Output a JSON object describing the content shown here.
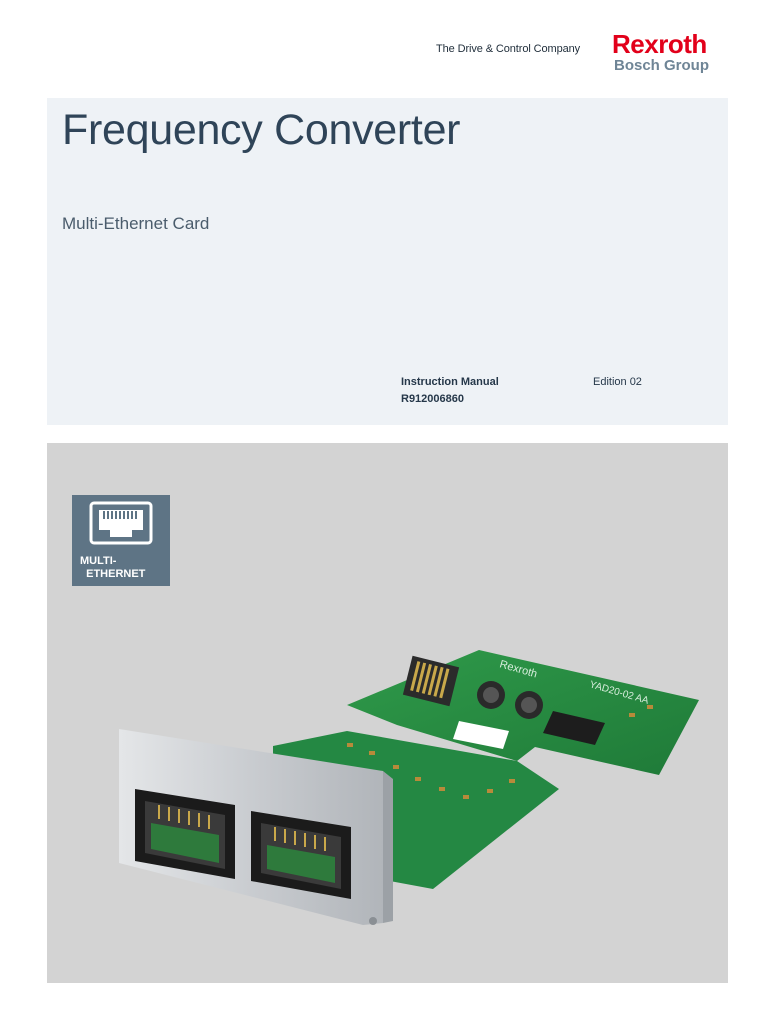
{
  "header": {
    "tagline": "The Drive & Control Company",
    "brand": "Rexroth",
    "brand_sub": "Bosch Group",
    "brand_color": "#e2001a",
    "brand_sub_color": "#6f8596"
  },
  "cover": {
    "title": "Frequency Converter",
    "subtitle": "Multi-Ethernet Card",
    "document_type": "Instruction Manual",
    "document_number": "R912006860",
    "edition": "Edition 02",
    "panel_color": "#eef2f6"
  },
  "product_image": {
    "badge_icon": "ethernet-port-icon",
    "badge_label": "MULTI-\n  ETHERNET",
    "badge_color": "#5e7485",
    "board_brand": "Rexroth",
    "board_model": "YAD20-02 AA"
  }
}
